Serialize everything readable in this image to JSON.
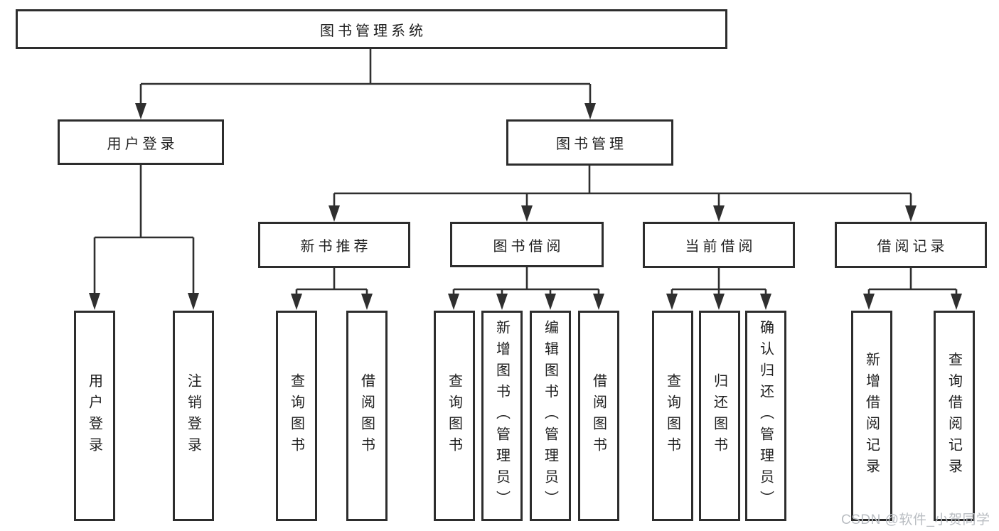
{
  "diagram": {
    "root": {
      "label": "图书管理系统"
    },
    "branches": [
      {
        "label": "用户登录",
        "children": [
          {
            "label": "用户登录"
          },
          {
            "label": "注销登录"
          }
        ]
      },
      {
        "label": "图书管理",
        "children": [
          {
            "label": "新书推荐",
            "children": [
              {
                "label": "查询图书"
              },
              {
                "label": "借阅图书"
              }
            ]
          },
          {
            "label": "图书借阅",
            "children": [
              {
                "label": "查询图书"
              },
              {
                "label": "新增图书（管理员）"
              },
              {
                "label": "编辑图书（管理员）"
              },
              {
                "label": "借阅图书"
              }
            ]
          },
          {
            "label": "当前借阅",
            "children": [
              {
                "label": "查询图书"
              },
              {
                "label": "归还图书"
              },
              {
                "label": "确认归还（管理员）"
              }
            ]
          },
          {
            "label": "借阅记录",
            "children": [
              {
                "label": "新增借阅记录"
              },
              {
                "label": "查询借阅记录"
              }
            ]
          }
        ]
      }
    ],
    "watermark": "CSDN @软件_小贺同学",
    "colors": {
      "line": "#2f2f2f",
      "box_border": "#2d2d2d",
      "text": "#1f1f1f",
      "watermark": "#b9bdc2",
      "background": "#ffffff"
    }
  }
}
